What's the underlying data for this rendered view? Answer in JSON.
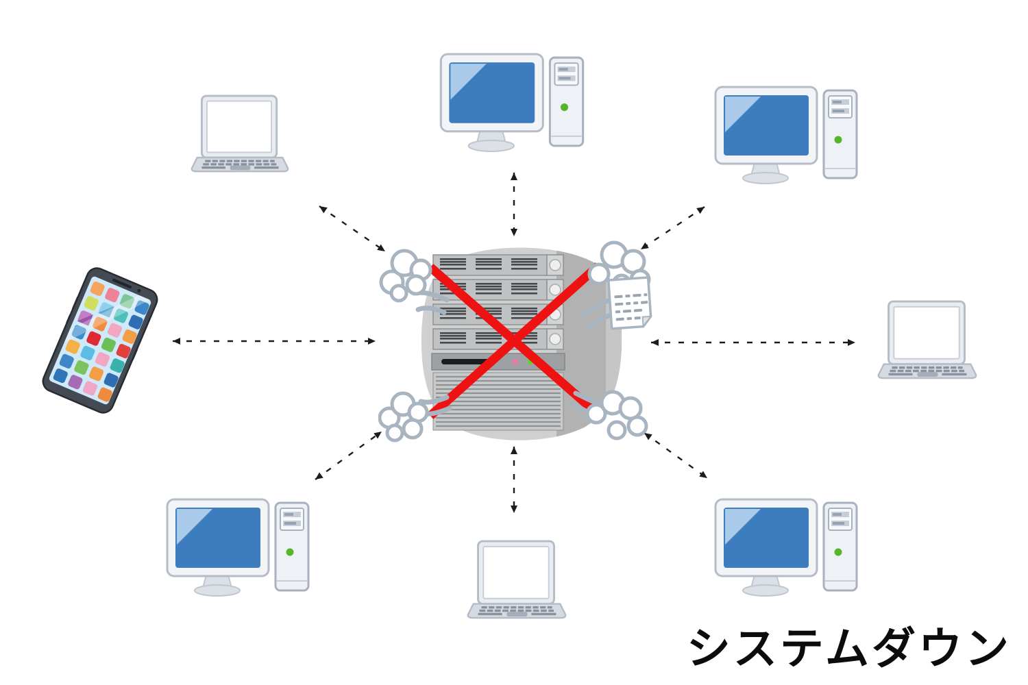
{
  "title": {
    "text": "システムダウン"
  },
  "diagram": {
    "center": {
      "id": "server",
      "type": "server-rack",
      "status": "down",
      "decorations": [
        "red-cross",
        "smoke-puff-top-left",
        "smoke-puff-top-right",
        "smoke-puff-bottom-left",
        "smoke-puff-bottom-right",
        "error-paper"
      ]
    },
    "devices": [
      {
        "id": "laptop-top-left",
        "type": "laptop"
      },
      {
        "id": "desktop-top-center",
        "type": "desktop-pc"
      },
      {
        "id": "desktop-top-right",
        "type": "desktop-pc"
      },
      {
        "id": "laptop-right",
        "type": "laptop"
      },
      {
        "id": "desktop-bottom-right",
        "type": "desktop-pc"
      },
      {
        "id": "laptop-bottom-center",
        "type": "laptop"
      },
      {
        "id": "desktop-bottom-left",
        "type": "desktop-pc"
      },
      {
        "id": "smartphone-left",
        "type": "smartphone"
      }
    ],
    "links": [
      {
        "from": "server",
        "to": "desktop-top-center"
      },
      {
        "from": "server",
        "to": "laptop-top-left"
      },
      {
        "from": "server",
        "to": "desktop-top-right"
      },
      {
        "from": "server",
        "to": "smartphone-left"
      },
      {
        "from": "server",
        "to": "laptop-right"
      },
      {
        "from": "server",
        "to": "desktop-bottom-left"
      },
      {
        "from": "server",
        "to": "desktop-bottom-right"
      },
      {
        "from": "server",
        "to": "laptop-bottom-center"
      }
    ],
    "link_style": "dashed, double-headed arrow"
  },
  "colors": {
    "background": "#ffffff",
    "cross_red": "#ee1212",
    "screen_blue": "#3e7cc0",
    "screen_highlight": "#a9cbe9",
    "laptop_screen_white": "#ffffff",
    "device_body_gray": "#d6dae1",
    "server_face_gray": "#bfc1c3",
    "server_side_gray": "#b2b2b2",
    "smoke_outline_gray": "#a9b4c1",
    "arrow_black": "#1c1c1c",
    "led_green": "#57b52c",
    "led_pink": "#f575a5",
    "phone_frame_dark": "#434a54",
    "phone_screen_blue": "#cfe9f8",
    "title_black": "#0c0c0c"
  }
}
